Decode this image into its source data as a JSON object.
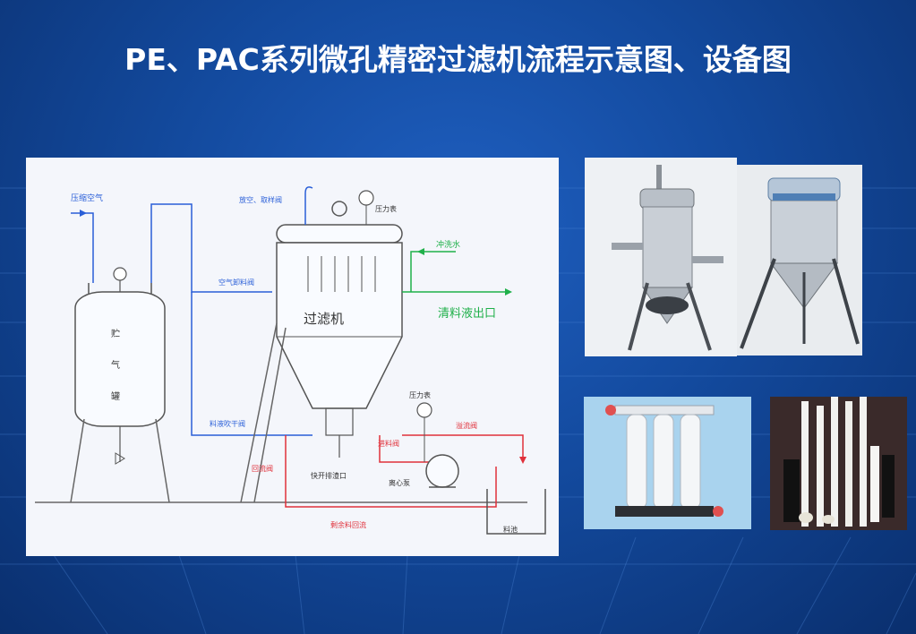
{
  "title": "PE、PAC系列微孔精密过滤机流程示意图、设备图",
  "diagram": {
    "labels": {
      "compressed_air": "压缩空气",
      "vent_valve": "放空、取样阀",
      "pressure_gauge_top": "压力表",
      "flush_water": "冲洗水",
      "air_discharge_valve": "空气卸料阀",
      "clear_outlet": "清料液出口",
      "filter_machine": "过滤机",
      "tank_char1": "贮",
      "tank_char2": "气",
      "tank_char3": "罐",
      "pressure_gauge_pump": "压力表",
      "blowback_valve": "料液吹干阀",
      "overflow_valve": "溢流阀",
      "feed_valve": "进料阀",
      "return_valve": "回流阀",
      "quick_drain": "快开排渣口",
      "centrifugal_pump": "离心泵",
      "residual_return": "剩余料回流",
      "feed_pool": "料池"
    },
    "colors": {
      "blue_line": "#2a5fd8",
      "green_line": "#1fb04a",
      "red_line": "#e0303a",
      "black_line": "#4a4a4a"
    }
  }
}
